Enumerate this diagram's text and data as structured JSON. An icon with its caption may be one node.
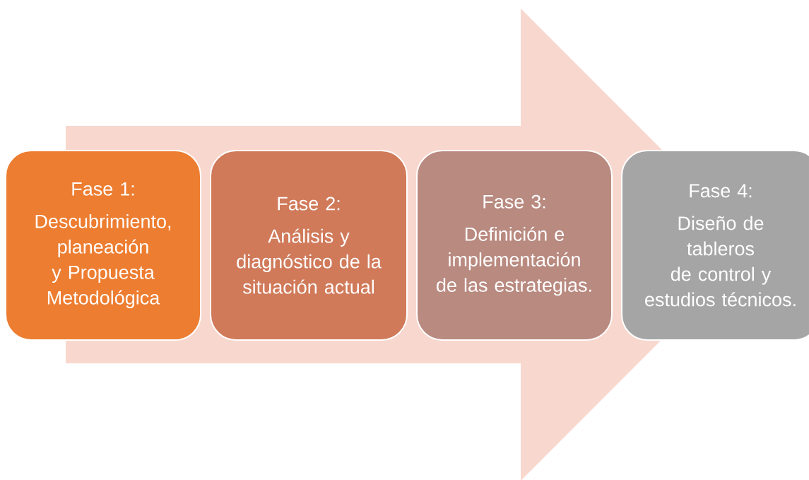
{
  "diagram": {
    "nodes": [
      {
        "text": [
          "Fase 1:",
          "Descubrimiento, planeación y Propuesta Metodológica"
        ]
      },
      {
        "text": [
          "Fase 2:",
          "Análisis y diagnóstico de la situación actual"
        ]
      },
      {
        "text": [
          "Fase 3:",
          "Definición e implementación de las estrategias."
        ]
      },
      {
        "text": [
          "Fase 4:",
          "Diseño de tableros de control y estudios técnicos."
        ]
      }
    ],
    "edges": [
      {
        "from": 0,
        "to": 3,
        "arrow": "to"
      }
    ]
  }
}
